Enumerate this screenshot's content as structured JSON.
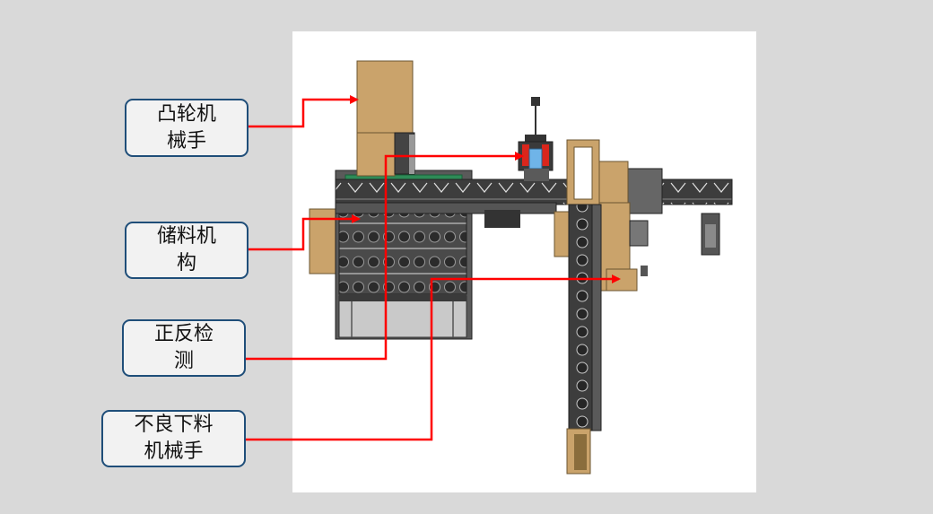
{
  "callouts": [
    {
      "id": "cam-manipulator",
      "text": "凸轮机\n械手"
    },
    {
      "id": "storage-mechanism",
      "text": "储料机\n构"
    },
    {
      "id": "orientation-detection",
      "text": "正反检\n测"
    },
    {
      "id": "reject-unload-manipulator",
      "text": "不良下料\n机械手"
    }
  ],
  "colors": {
    "background": "#d9d9d9",
    "panel": "#ffffff",
    "box_border": "#1f4e79",
    "box_fill": "#f2f2f2",
    "arrow": "#ff0000",
    "frame_gold": "#caa36b",
    "frame_dark": "#3a3a3a",
    "accent_green": "#2e8b57",
    "accent_red": "#d9261c",
    "accent_blue": "#6fb4e8"
  }
}
